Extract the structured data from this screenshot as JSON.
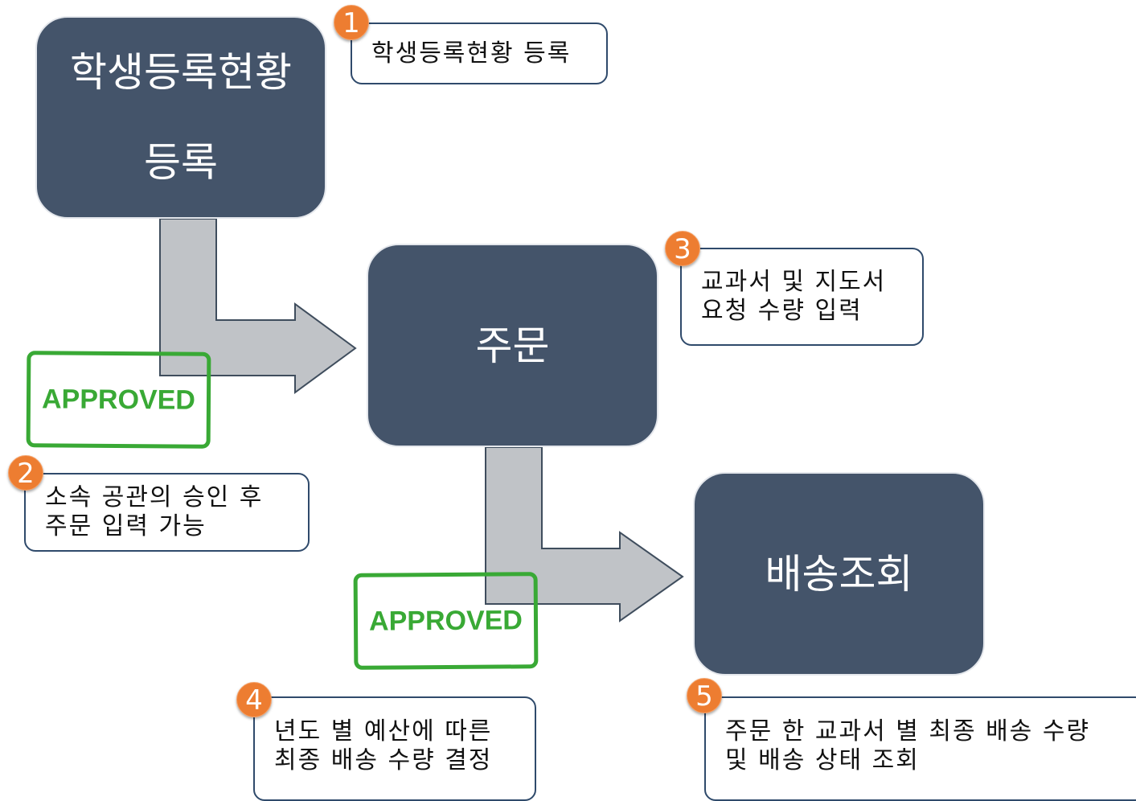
{
  "steps": [
    {
      "lines": [
        "학생등록현황",
        "등록"
      ]
    },
    {
      "lines": [
        "주문"
      ]
    },
    {
      "lines": [
        "배송조회"
      ]
    }
  ],
  "callouts": [
    {
      "number": "1",
      "lines": [
        "학생등록현황 등록"
      ]
    },
    {
      "number": "2",
      "lines": [
        "소속 공관의 승인 후",
        "주문 입력 가능"
      ]
    },
    {
      "number": "3",
      "lines": [
        "교과서 및 지도서",
        "요청 수량 입력"
      ]
    },
    {
      "number": "4",
      "lines": [
        "년도 별 예산에 따른",
        "최종 배송 수량 결정"
      ]
    },
    {
      "number": "5",
      "lines": [
        "주문 한 교과서 별 최종 배송 수량",
        "및 배송 상태 조회"
      ]
    }
  ],
  "stamps": [
    "APPROVED",
    "APPROVED"
  ],
  "colors": {
    "box": "#44546a",
    "arrow": "#c0c3c7",
    "badge": "#ed7d31",
    "stamp": "#39a935",
    "callout_border": "#2f4a6b"
  }
}
